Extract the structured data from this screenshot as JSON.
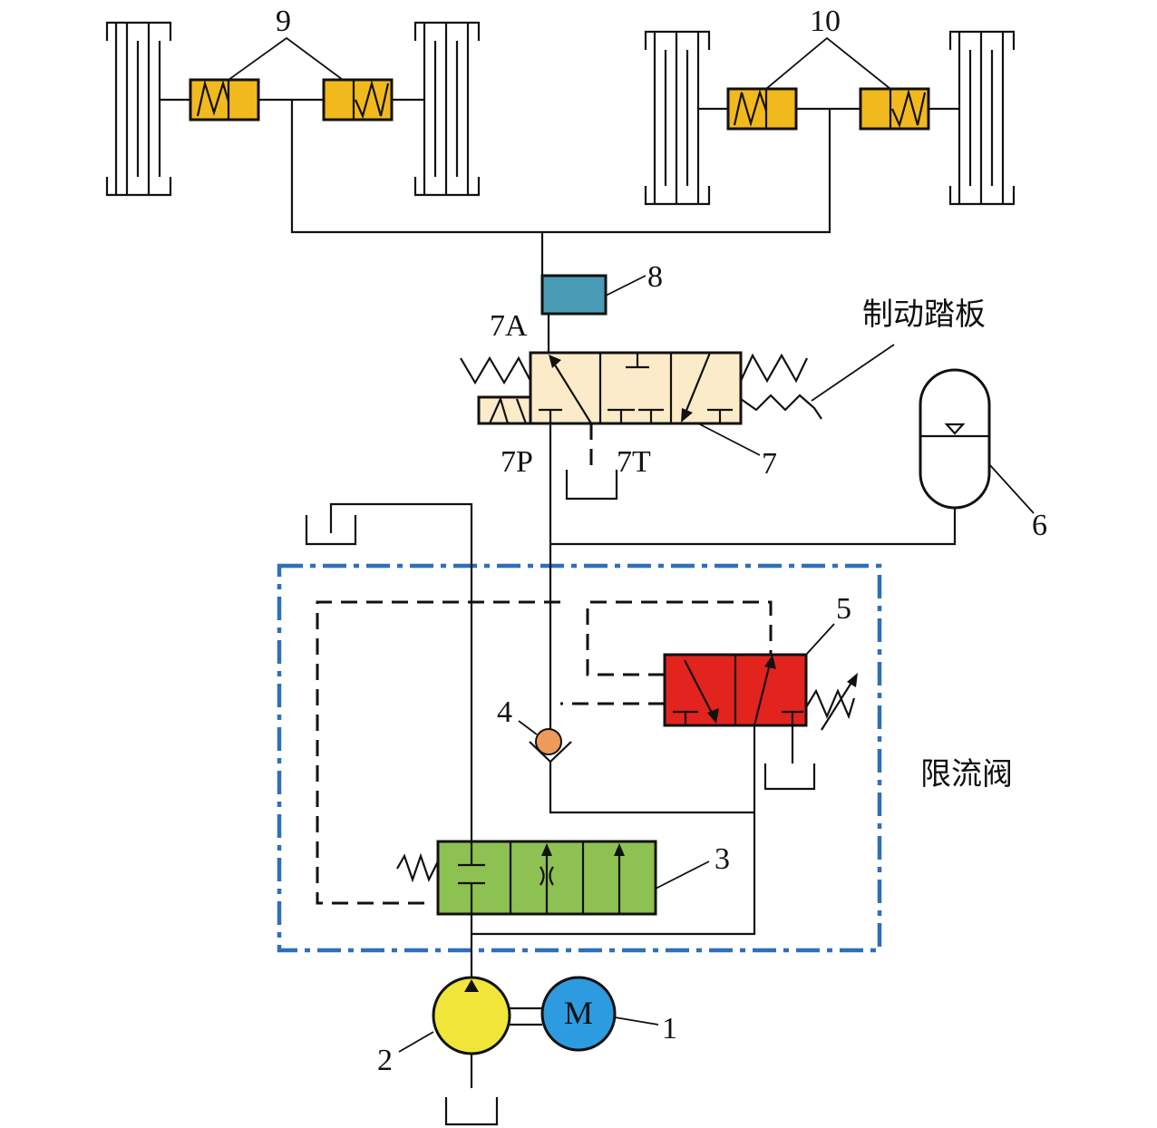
{
  "labels": {
    "motor": "1",
    "pump": "2",
    "priority_valve": "3",
    "check_valve": "4",
    "relief_valve": "5",
    "accumulator": "6",
    "brake_valve": "7",
    "sensor": "8",
    "front_brakes": "9",
    "rear_brakes": "10",
    "port_a": "7A",
    "port_p": "7P",
    "port_t": "7T"
  },
  "text": {
    "brake_pedal": "制动踏板",
    "flow_limit_valve": "限流阀",
    "motor_symbol": "M"
  },
  "colors": {
    "brake_cylinder": "#F2B91E",
    "sensor": "#4A9BB5",
    "brake_valve": "#FBEBC8",
    "relief_valve": "#E3231E",
    "priority_valve": "#8DC152",
    "check_valve": "#EE9A5A",
    "pump": "#F0E63A",
    "motor": "#2D9BE0",
    "boundary": "#2F6FB8"
  }
}
